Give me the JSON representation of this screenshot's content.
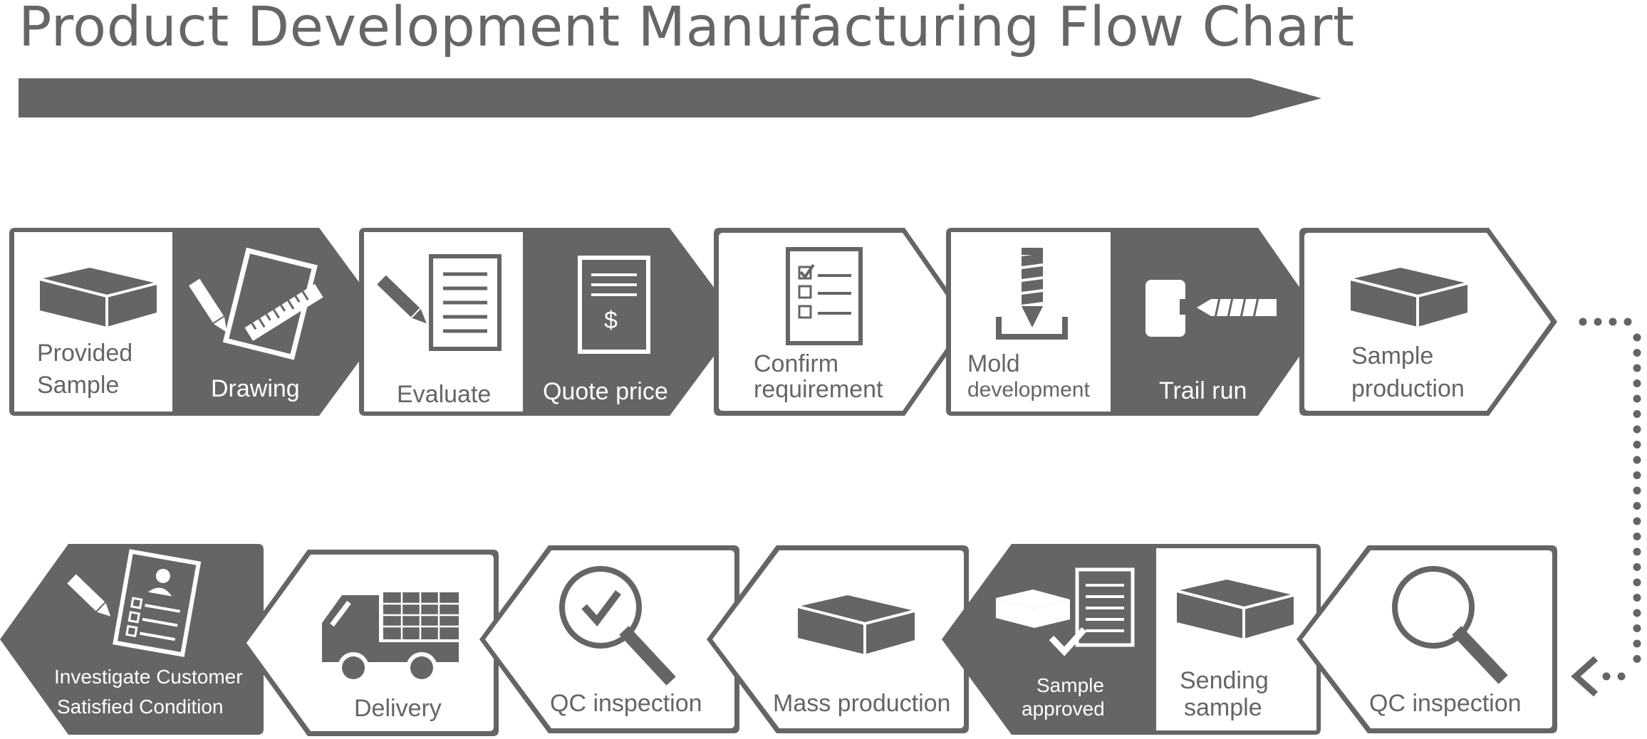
{
  "title": "Product Development Manufacturing Flow Chart",
  "colors": {
    "dark": "#656565",
    "light": "#ffffff",
    "text_dark": "#666666"
  },
  "steps": {
    "provided_sample": {
      "line1": "Provided",
      "line2": "Sample",
      "icon": "box-icon"
    },
    "drawing": {
      "label": "Drawing",
      "icon": "drawing-ruler-icon"
    },
    "evaluate": {
      "label": "Evaluate",
      "icon": "document-pencil-icon"
    },
    "quote_price": {
      "label": "Quote price",
      "icon": "price-document-icon",
      "symbol": "$"
    },
    "confirm_requirement": {
      "line1": "Confirm",
      "line2": "requirement",
      "icon": "checklist-icon"
    },
    "mold_development": {
      "line1": "Mold",
      "line2": "development",
      "icon": "screw-mold-icon"
    },
    "trail_run": {
      "label": "Trail run",
      "icon": "screw-run-icon"
    },
    "sample_production": {
      "line1": "Sample",
      "line2": "production",
      "icon": "box-icon"
    },
    "qc_inspection_1": {
      "label": "QC inspection",
      "icon": "magnifier-icon"
    },
    "sending_sample": {
      "line1": "Sending",
      "line2": "sample",
      "icon": "box-icon"
    },
    "sample_approved": {
      "line1": "Sample",
      "line2": "approved",
      "icon": "approved-document-icon"
    },
    "mass_production": {
      "label": "Mass production",
      "icon": "box-icon"
    },
    "qc_inspection_2": {
      "label": "QC inspection",
      "icon": "magnifier-check-icon"
    },
    "delivery": {
      "label": "Delivery",
      "icon": "truck-icon"
    },
    "investigate": {
      "line1": "Investigate Customer",
      "line2": "Satisfied Condition",
      "icon": "customer-form-icon"
    }
  }
}
